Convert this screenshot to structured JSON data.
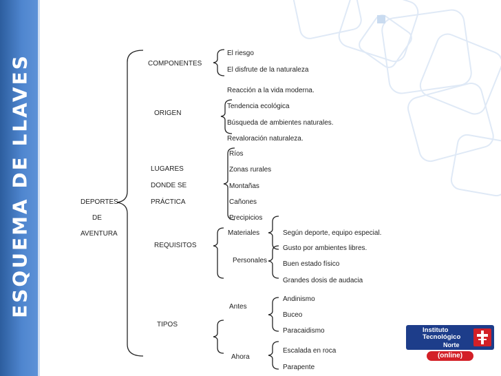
{
  "title": "ESQUEMA   DE   LLAVES",
  "root": [
    "DEPORTES",
    "DE",
    "AVENTURA"
  ],
  "categories": {
    "componentes": "COMPONENTES",
    "origen": "ORIGEN",
    "lugares": [
      "LUGARES",
      "DONDE SE",
      "PRÁCTICA"
    ],
    "requisitos": "REQUISITOS",
    "tipos": "TIPOS"
  },
  "componentes_items": [
    "El riesgo",
    "El disfrute de la naturaleza"
  ],
  "origen_items": [
    "Reacción a la vida moderna.",
    "Tendencia ecológica",
    "Búsqueda de ambientes naturales.",
    "Revaloración naturaleza."
  ],
  "lugares_items": [
    "Ríos",
    "Zonas rurales",
    "Montañas",
    "Cañones",
    "Precipicios"
  ],
  "requisitos": {
    "materiales": "Materiales",
    "materiales_item": "Según deporte, equipo especial.",
    "personales": "Personales",
    "personales_items": [
      "Gusto por ambientes libres.",
      "Buen estado físico",
      "Grandes dosis de audacia"
    ]
  },
  "tipos": {
    "antes": "Antes",
    "antes_items": [
      "Andinismo",
      "Buceo",
      "Paracaidismo"
    ],
    "ahora": "Ahora",
    "ahora_items": [
      "Escalada en roca",
      "Parapente"
    ]
  },
  "logo": {
    "line1": "Instituto",
    "line2": "Tecnológico",
    "line3": "Norte",
    "online": "(online)"
  },
  "colors": {
    "sidebar": "#4f86cf",
    "deco_lines": "#dbe8f6",
    "logo_blue": "#1d3d8a",
    "logo_red": "#d32027"
  }
}
